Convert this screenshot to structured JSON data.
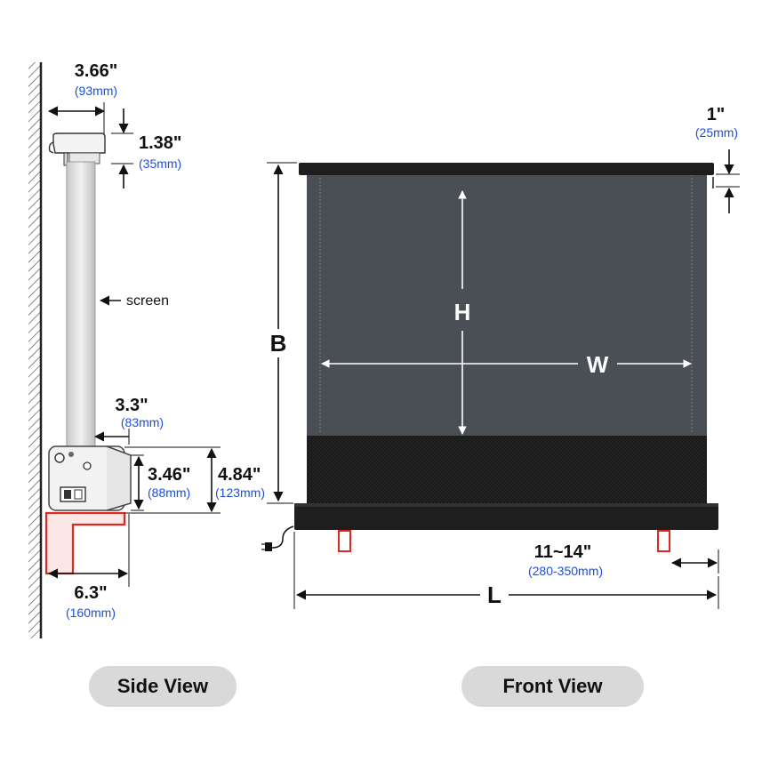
{
  "side_view": {
    "label": "Side View",
    "depth_top": {
      "inch": "3.66\"",
      "mm": "(93mm)"
    },
    "housing_height": {
      "inch": "1.38\"",
      "mm": "(35mm)"
    },
    "screen_label": "screen",
    "base_offset": {
      "inch": "3.3\"",
      "mm": "(83mm)"
    },
    "base_height": {
      "inch": "3.46\"",
      "mm": "(88mm)"
    },
    "total_base_height": {
      "inch": "4.84\"",
      "mm": "(123mm)"
    },
    "bracket_depth": {
      "inch": "6.3\"",
      "mm": "(160mm)"
    }
  },
  "front_view": {
    "label": "Front View",
    "top_bar": {
      "inch": "1\"",
      "mm": "(25mm)"
    },
    "height_label": "H",
    "width_label": "W",
    "total_height_label": "B",
    "length_label": "L",
    "foot_spacing": {
      "inch": "11~14\"",
      "mm": "(280-350mm)"
    }
  },
  "colors": {
    "dimension_blue": "#1f4fd6",
    "screen_gray": "#4a4e55",
    "housing_black": "#1e1e1e",
    "bracket_red": "#e0281e",
    "pill_gray": "#d9d9d9"
  },
  "icons": [
    "wall-hatch",
    "plug-icon",
    "power-switch-icon",
    "arrow-left-icon"
  ]
}
